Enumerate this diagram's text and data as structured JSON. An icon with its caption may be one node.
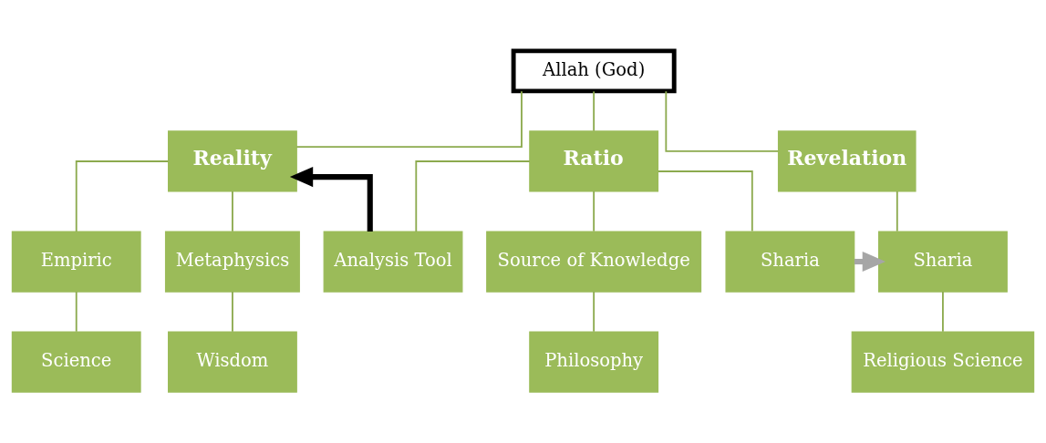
{
  "diagram": {
    "nodes": [
      {
        "text": [
          "Allah (God)"
        ]
      },
      {
        "text": [
          "Reality"
        ]
      },
      {
        "text": [
          "Ratio"
        ]
      },
      {
        "text": [
          "Revelation"
        ]
      },
      {
        "text": [
          "Empiric"
        ]
      },
      {
        "text": [
          "Metaphysics"
        ]
      },
      {
        "text": [
          "Analysis Tool"
        ]
      },
      {
        "text": [
          "Source of Knowledge"
        ]
      },
      {
        "text": [
          "Sharia"
        ]
      },
      {
        "text": [
          "Sharia"
        ]
      },
      {
        "text": [
          "Science"
        ]
      },
      {
        "text": [
          "Wisdom"
        ]
      },
      {
        "text": [
          "Philosophy"
        ]
      },
      {
        "text": [
          "Religious Science"
        ]
      }
    ],
    "edges": [
      {
        "from": 0,
        "to": 1,
        "arrow": "none"
      },
      {
        "from": 0,
        "to": 2,
        "arrow": "none"
      },
      {
        "from": 0,
        "to": 3,
        "arrow": "none"
      },
      {
        "from": 1,
        "to": 4,
        "arrow": "none"
      },
      {
        "from": 1,
        "to": 5,
        "arrow": "none"
      },
      {
        "from": 2,
        "to": 6,
        "arrow": "none"
      },
      {
        "from": 2,
        "to": 7,
        "arrow": "none"
      },
      {
        "from": 2,
        "to": 8,
        "arrow": "none"
      },
      {
        "from": 3,
        "to": 9,
        "arrow": "none"
      },
      {
        "from": 4,
        "to": 10,
        "arrow": "none"
      },
      {
        "from": 5,
        "to": 11,
        "arrow": "none"
      },
      {
        "from": 7,
        "to": 12,
        "arrow": "none"
      },
      {
        "from": 9,
        "to": 13,
        "arrow": "none"
      },
      {
        "from": 6,
        "to": 1,
        "arrow": "to",
        "style": "thick",
        "color": "#000000"
      },
      {
        "from": 8,
        "to": 9,
        "arrow": "to",
        "style": "thick",
        "color": "#a6a6a6"
      }
    ]
  }
}
